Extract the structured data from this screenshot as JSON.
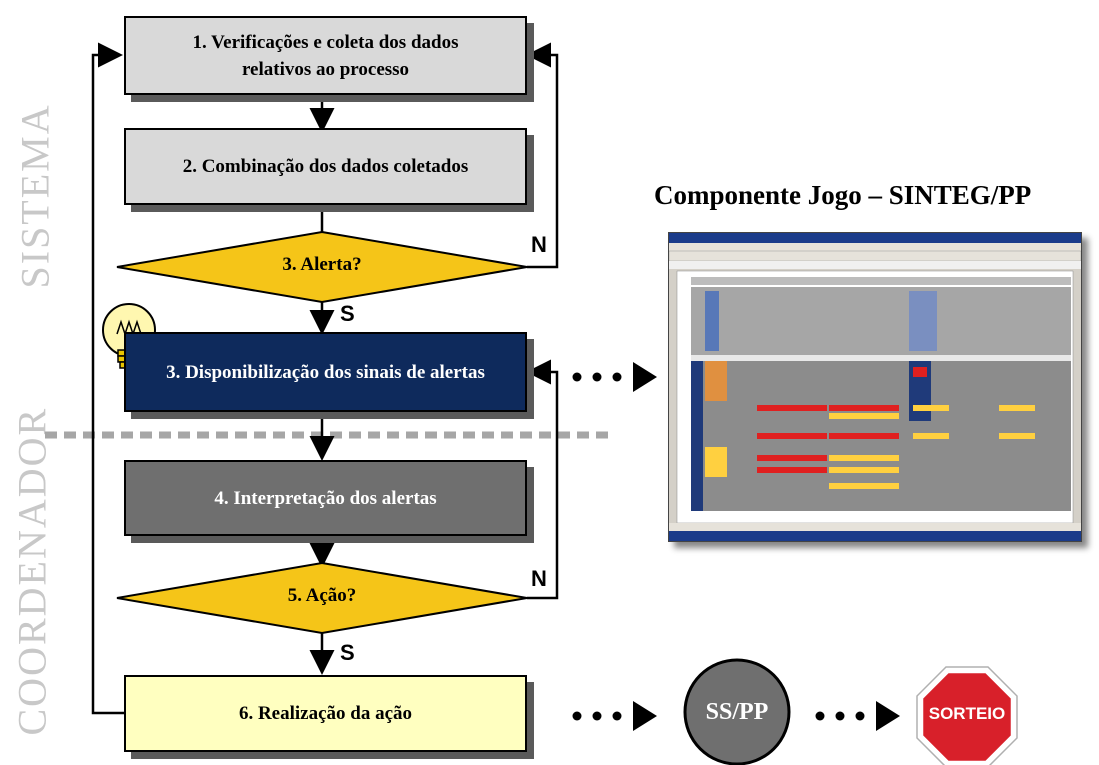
{
  "side_labels": {
    "top": "SISTEMA",
    "bottom": "COORDENADOR"
  },
  "steps": [
    {
      "label": "1. Verificações e coleta dos dados relativos ao processo"
    },
    {
      "label": "2. Combinação dos dados coletados"
    },
    {
      "label": "3. Alerta?"
    },
    {
      "label": "3. Disponibilização dos sinais de alertas"
    },
    {
      "label": "4. Interpretação dos alertas"
    },
    {
      "label": "5. Ação?"
    },
    {
      "label": "6. Realização da ação"
    }
  ],
  "branch_labels": {
    "yes": "S",
    "no": "N"
  },
  "component_title": "Componente Jogo – SINTEG/PP",
  "circle_label": "SS/PP",
  "stop_sign_label": "SORTEIO",
  "colors": {
    "light_box": "#d9d9d9",
    "navy_box": "#0e2a5c",
    "dark_box": "#6f6f6f",
    "yellow_box": "#ffffc0",
    "diamond": "#f5c518",
    "stop_sign": "#d8202a"
  },
  "icons": [
    "lightbulb-icon",
    "spreadsheet-screenshot",
    "stop-sign-icon"
  ]
}
